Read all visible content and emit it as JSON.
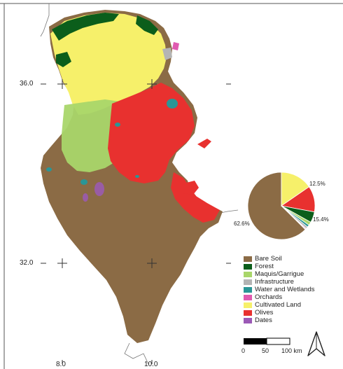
{
  "coordinates": {
    "lat_top": "36.0",
    "lat_bottom": "32.0",
    "lon_left": "8.0",
    "lon_right": "10.0"
  },
  "legend": [
    {
      "label": "Bare Soil",
      "color": "#8b6b45"
    },
    {
      "label": "Forest",
      "color": "#0b5e1b"
    },
    {
      "label": "Maquis/Garrigue",
      "color": "#a9d66a"
    },
    {
      "label": "Infrastructure",
      "color": "#b4b4b4"
    },
    {
      "label": "Water and Wetlands",
      "color": "#2a9696"
    },
    {
      "label": "Orchards",
      "color": "#e05ab0"
    },
    {
      "label": "Cultivated Land",
      "color": "#f6f06a"
    },
    {
      "label": "Olives",
      "color": "#e8312f"
    },
    {
      "label": "Dates",
      "color": "#9b59b6"
    }
  ],
  "pie": {
    "labels": {
      "bare_soil": "62.6%",
      "olives": "12.5%",
      "cultivated": "15.4%"
    },
    "slices": [
      {
        "name": "Bare Soil",
        "value": 62.6,
        "color": "#8b6b45"
      },
      {
        "name": "Cultivated Land",
        "value": 15.4,
        "color": "#f6f06a"
      },
      {
        "name": "Olives",
        "value": 12.5,
        "color": "#e8312f"
      },
      {
        "name": "Forest",
        "value": 5.2,
        "color": "#0b5e1b"
      },
      {
        "name": "Maquis/Garrigue",
        "value": 1.6,
        "color": "#a9d66a"
      },
      {
        "name": "Water and Wetlands",
        "value": 1.1,
        "color": "#2a9696"
      },
      {
        "name": "Infrastructure",
        "value": 1.0,
        "color": "#b4b4b4"
      },
      {
        "name": "Orchards",
        "value": 0.4,
        "color": "#e05ab0"
      },
      {
        "name": "Dates",
        "value": 0.2,
        "color": "#9b59b6"
      }
    ]
  },
  "scale": {
    "tick0": "0",
    "tick1": "50",
    "tick2": "100 km"
  },
  "colors": {
    "bare_soil": "#8b6b45",
    "forest": "#0b5e1b",
    "maquis": "#a9d66a",
    "cultivated": "#f6f06a",
    "olives": "#e8312f",
    "water": "#2a9696",
    "infrastructure": "#b4b4b4",
    "orchards": "#e05ab0",
    "dates": "#9b59b6"
  }
}
